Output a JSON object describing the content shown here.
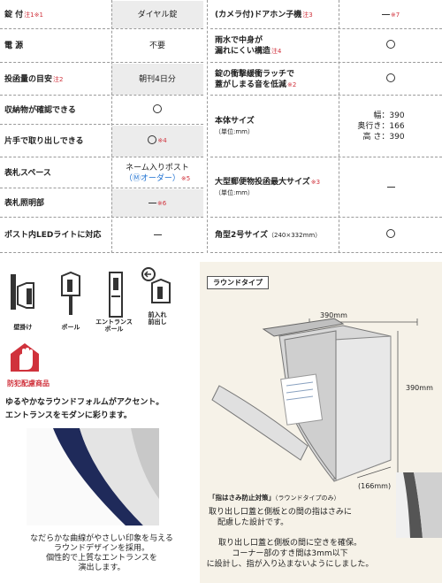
{
  "spec_left": [
    {
      "label": "錠 付",
      "note": "注1※1",
      "value": "ダイヤル錠",
      "value_type": "text",
      "shade": true
    },
    {
      "label": "電 源",
      "note": "",
      "value": "不要",
      "value_type": "text",
      "shade": false
    },
    {
      "label": "投函量の目安",
      "note": "注2",
      "value": "朝刊4日分",
      "value_type": "text",
      "shade": true
    },
    {
      "label": "収納物が確認できる",
      "note": "",
      "value": "",
      "value_type": "circle",
      "shade": false
    },
    {
      "label": "片手で取り出しできる",
      "note": "",
      "value": "",
      "value_type": "circle",
      "value_note": "※4",
      "shade": true
    },
    {
      "label": "表札スペース",
      "note": "",
      "value": "ネーム入りポスト",
      "value2": "（Ⓜオーダー）",
      "value2_note": "※5",
      "value_type": "text2",
      "shade": false
    },
    {
      "label": "表札照明部",
      "note": "",
      "value": "",
      "value_type": "dash",
      "value_note": "※6",
      "shade": true
    },
    {
      "label": "ポスト内LEDライトに対応",
      "note": "",
      "value": "",
      "value_type": "dash",
      "shade": false
    }
  ],
  "spec_right": [
    {
      "label": "(カメラ付)ドアホン子機",
      "note": "注3",
      "value_type": "dash",
      "value_note": "※7"
    },
    {
      "label": "雨水で中身が",
      "label2": "漏れにくい構造",
      "note": "注4",
      "value_type": "circle"
    },
    {
      "label": "錠の衝撃緩衝ラッチで",
      "label2": "蓋がしまる音を低減",
      "note": "※2",
      "value_type": "circle"
    },
    {
      "label": "本体サイズ",
      "sub": "（単位:mm）",
      "value_type": "size",
      "size": [
        "幅：390",
        "奥行き：166",
        "高 さ：390"
      ]
    },
    {
      "label": "大型郵便物投函最大サイズ",
      "sub": "（単位:mm）",
      "note": "※3",
      "value_type": "dash"
    },
    {
      "label": "角型2号サイズ",
      "label_small": "（240×332mm）",
      "value_type": "circle"
    }
  ],
  "mount": [
    {
      "label": "壁掛け",
      "icon": "wall-mount-icon"
    },
    {
      "label": "ポール",
      "icon": "pole-mount-icon"
    },
    {
      "label": "エントランス\nポール",
      "icon": "entrance-pole-icon"
    },
    {
      "label": "前入れ\n前出し",
      "icon": "front-in-front-out-icon"
    }
  ],
  "crime_label": "防犯配慮商品",
  "round_copy": [
    "ゆるやかなラウンドフォルムがアクセント。",
    "エントランスをモダンに彩ります。"
  ],
  "curve_copy": [
    "なだらかな曲線がやさしい印象を与える",
    "ラウンドデザインを採用。",
    "個性的で上質なエントランスを",
    "演出します。"
  ],
  "round_type_label": "ラウンドタイプ",
  "dimensions": {
    "width": "390mm",
    "height": "390mm",
    "depth": "(166mm)"
  },
  "finger_title": "「指はさみ防止対策」",
  "finger_title_sub": "（ラウンドタイプのみ）",
  "finger_text1": [
    "取り出し口蓋と側板との間の指はさみに",
    "配慮した設計です。"
  ],
  "finger_text2": [
    "取り出し口蓋と側板の間に空きを確保。",
    "コーナー部のすき間は3mm以下",
    "に設計し、指が入り込まないようにしました。"
  ],
  "colors": {
    "accent_red": "#d0323c",
    "crime_red": "#d0323c",
    "panel_bg": "#f6f2e8",
    "navy": "#1f2a5a"
  }
}
